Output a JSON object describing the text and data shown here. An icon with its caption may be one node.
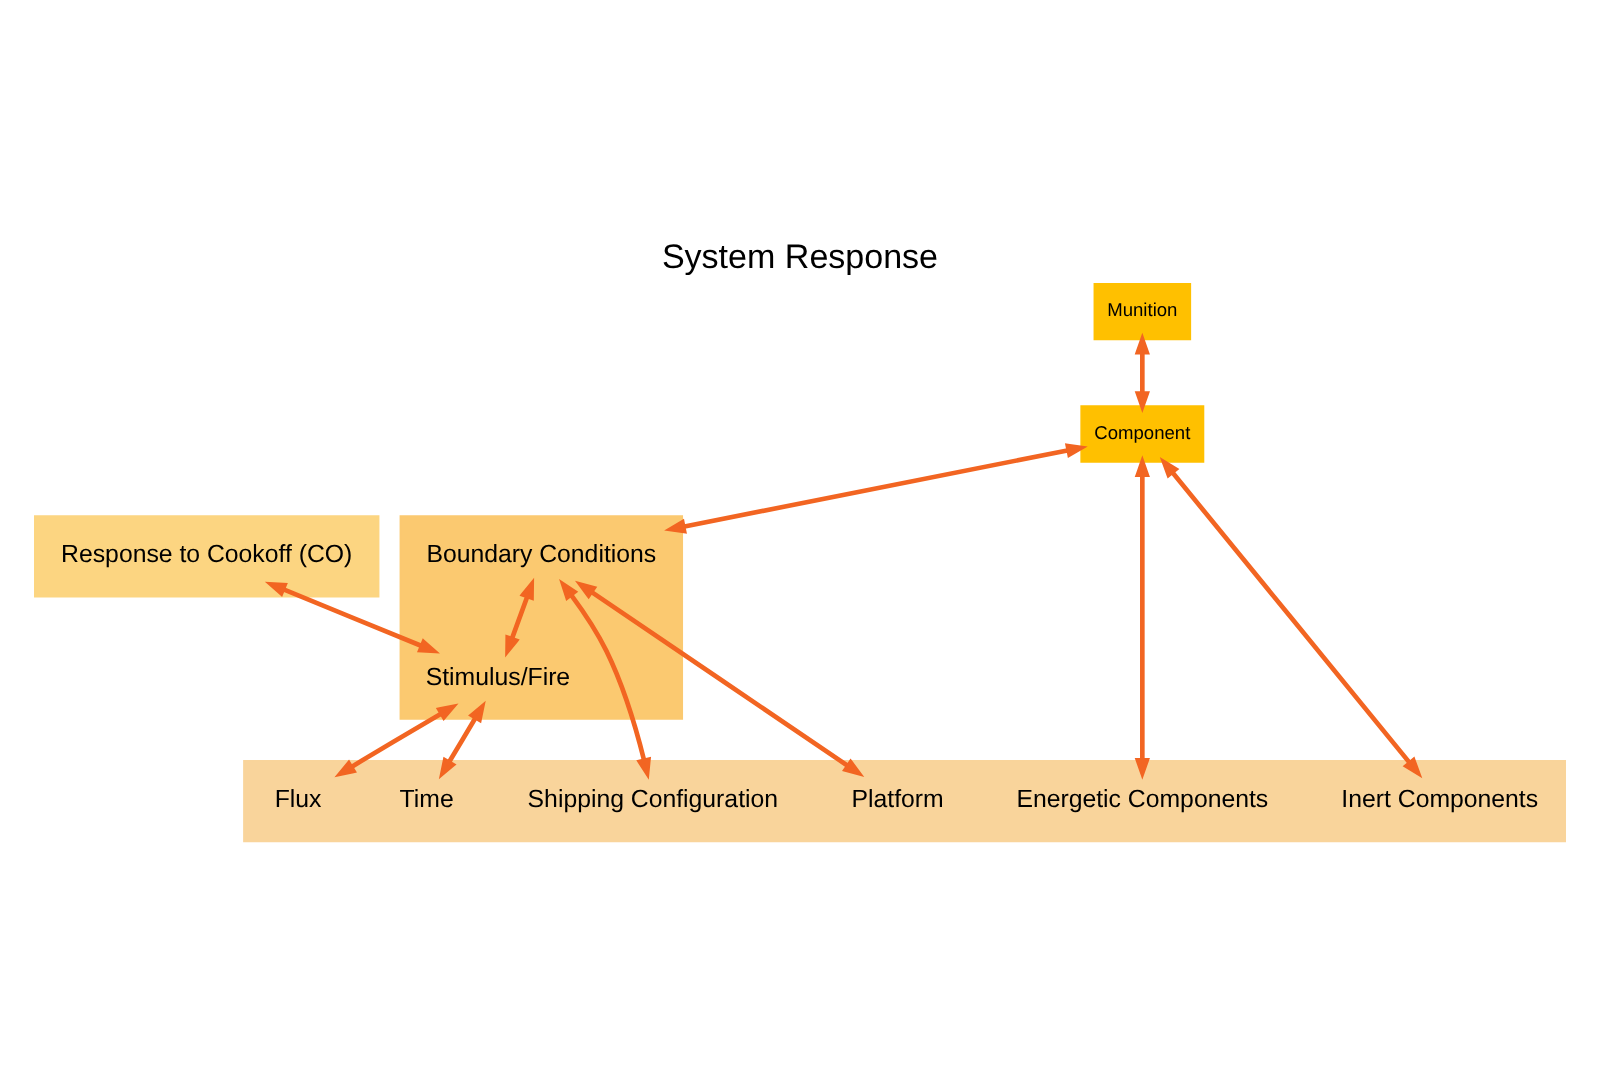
{
  "diagram": {
    "title": "System Response",
    "nodes": [
      {
        "text": [],
        "shape": "trapezoid"
      },
      {
        "text": [
          "Munition"
        ]
      },
      {
        "text": [
          "Response to Cookoff (CO)"
        ],
        "in": 0
      },
      {
        "text": [],
        "shape": "trapezoid"
      },
      {
        "text": [
          "Component"
        ]
      },
      {
        "text": [
          "Boundary Conditions"
        ],
        "in": 3
      },
      {
        "text": [
          "Stimulus/Fire"
        ],
        "in": 3
      },
      {
        "text": [],
        "shape": "trapezoid"
      },
      {
        "text": [
          "Energetic Components"
        ],
        "in": 7
      },
      {
        "text": [
          "Inert Components"
        ],
        "in": 7
      },
      {
        "text": [
          "Shipping Configuration"
        ],
        "in": 7
      },
      {
        "text": [
          "Platform"
        ],
        "in": 7
      },
      {
        "text": [
          "Time"
        ],
        "in": 7
      },
      {
        "text": [
          "Flux"
        ],
        "in": 7
      }
    ],
    "edges": [
      {
        "from": 1,
        "to": 4,
        "arrow": "both"
      },
      {
        "from": 2,
        "to": 6,
        "arrow": "both"
      },
      {
        "from": 4,
        "to": 5,
        "arrow": "both"
      },
      {
        "from": 5,
        "to": 6,
        "arrow": "both"
      },
      {
        "from": 4,
        "to": 8,
        "arrow": "both"
      },
      {
        "from": 4,
        "to": 9,
        "arrow": "both"
      },
      {
        "from": 5,
        "to": 10,
        "arrow": "both"
      },
      {
        "from": 5,
        "to": 11,
        "arrow": "both"
      },
      {
        "from": 6,
        "to": 12,
        "arrow": "both"
      },
      {
        "from": 6,
        "to": 13,
        "arrow": "both"
      }
    ]
  }
}
